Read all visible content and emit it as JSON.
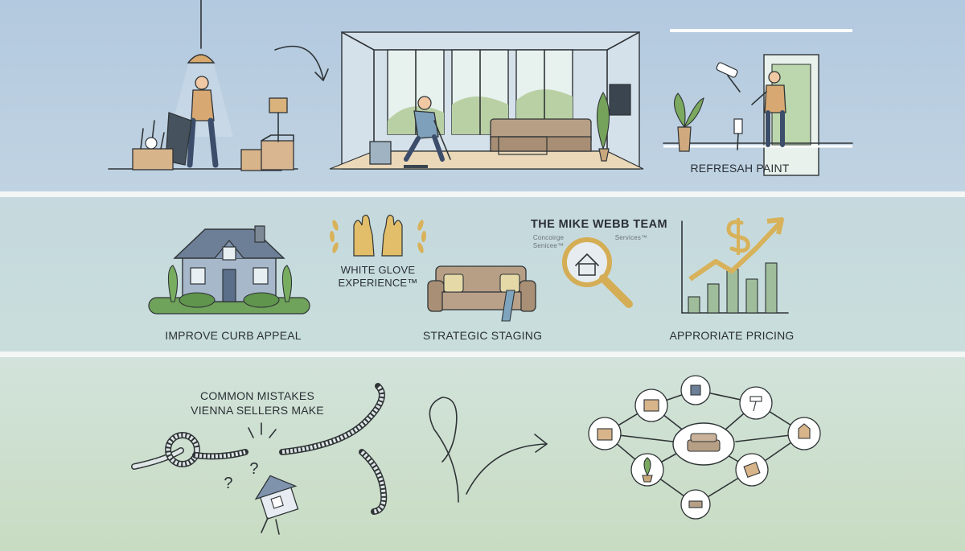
{
  "panel1": {
    "paint_label": "REFRESAH PAINT"
  },
  "panel2": {
    "curb_label": "IMPROVE CURB APPEAL",
    "white_glove_line1": "WHITE GLOVE",
    "white_glove_line2": "EXPERIENCE™",
    "staging_label": "STRATEGIC STAGING",
    "team_name": "THE MIKE WEBB TEAM",
    "team_sub_left_1": "Concoirge",
    "team_sub_left_2": "Senicee™",
    "team_sub_right": "Services™",
    "pricing_label": "APPRORIATE PRICING"
  },
  "panel3": {
    "mistakes_line1": "COMMON MISTAKES",
    "mistakes_line2": "VIENNA SELLERS MAKE",
    "question_mark": "?"
  },
  "colors": {
    "panel1_bg": "#b3c9df",
    "panel2_bg": "#c5d9de",
    "panel3_bg": "#d2e3db",
    "gold": "#d8b25a",
    "sofa": "#b79f86",
    "house_blue": "#7f93ad",
    "hedge_green": "#6fa25a",
    "chart_green": "#9fbd9a"
  },
  "icons": [
    "lamp-icon",
    "moving-boxes-icon",
    "arrow-icon",
    "paint-roller-icon",
    "house-icon",
    "gloves-icon",
    "laurel-icon",
    "sofa-icon",
    "magnifier-icon",
    "dollar-icon",
    "growth-chart-icon",
    "rope-knot-icon",
    "network-icon"
  ]
}
